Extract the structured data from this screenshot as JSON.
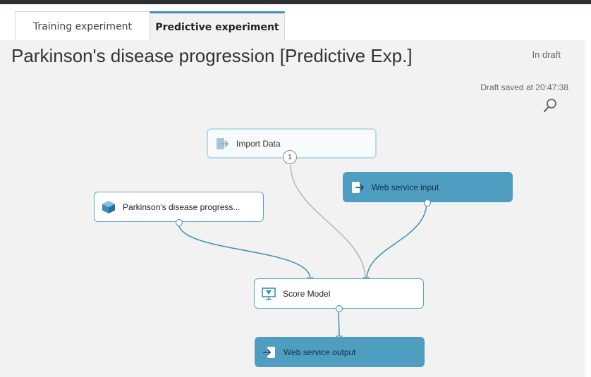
{
  "tabs": [
    {
      "label": "Training experiment",
      "active": false
    },
    {
      "label": "Predictive experiment",
      "active": true
    }
  ],
  "experiment": {
    "title": "Parkinson's disease progression [Predictive Exp.]",
    "status": "In draft",
    "saved": "Draft saved at 20:47:38"
  },
  "modules": {
    "import_data": {
      "label": "Import Data",
      "port_badge": "1",
      "icon": "import-data-icon"
    },
    "trained_model": {
      "label": "Parkinson's disease progress...",
      "icon": "trained-model-cube-icon"
    },
    "web_input": {
      "label": "Web service input",
      "icon": "web-service-input-icon"
    },
    "score_model": {
      "label": "Score Model",
      "icon": "score-model-icon"
    },
    "web_output": {
      "label": "Web service output",
      "icon": "web-service-output-icon"
    }
  },
  "colors": {
    "accent": "#3c8dbc",
    "web_service_node": "#4f9dc1",
    "connector_active": "#3f8fb5",
    "connector_inactive": "#b5b5b5",
    "canvas": "#f2f2f2"
  }
}
